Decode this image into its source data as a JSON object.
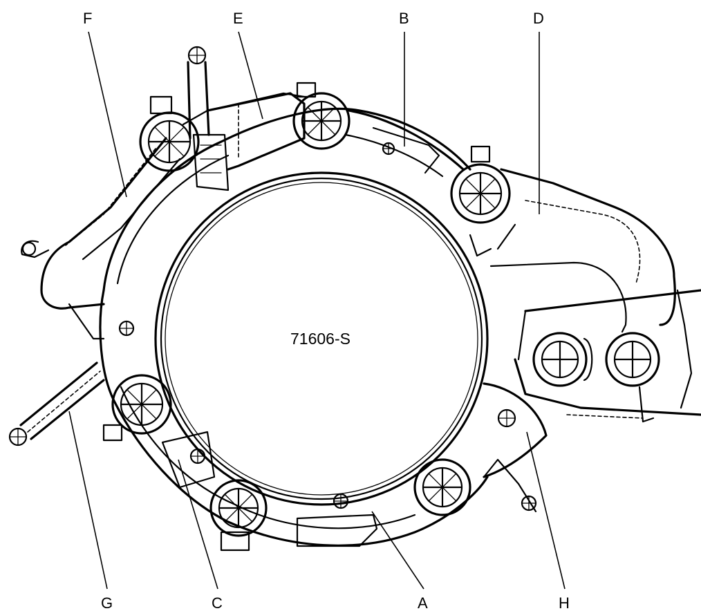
{
  "diagram": {
    "center_label": "71606-S",
    "callouts": [
      {
        "id": "F",
        "label": "F"
      },
      {
        "id": "E",
        "label": "E"
      },
      {
        "id": "B",
        "label": "B"
      },
      {
        "id": "D",
        "label": "D"
      },
      {
        "id": "G",
        "label": "G"
      },
      {
        "id": "C",
        "label": "C"
      },
      {
        "id": "A",
        "label": "A"
      },
      {
        "id": "H",
        "label": "H"
      }
    ]
  },
  "colors": {
    "line": "#000000",
    "background": "#ffffff"
  }
}
